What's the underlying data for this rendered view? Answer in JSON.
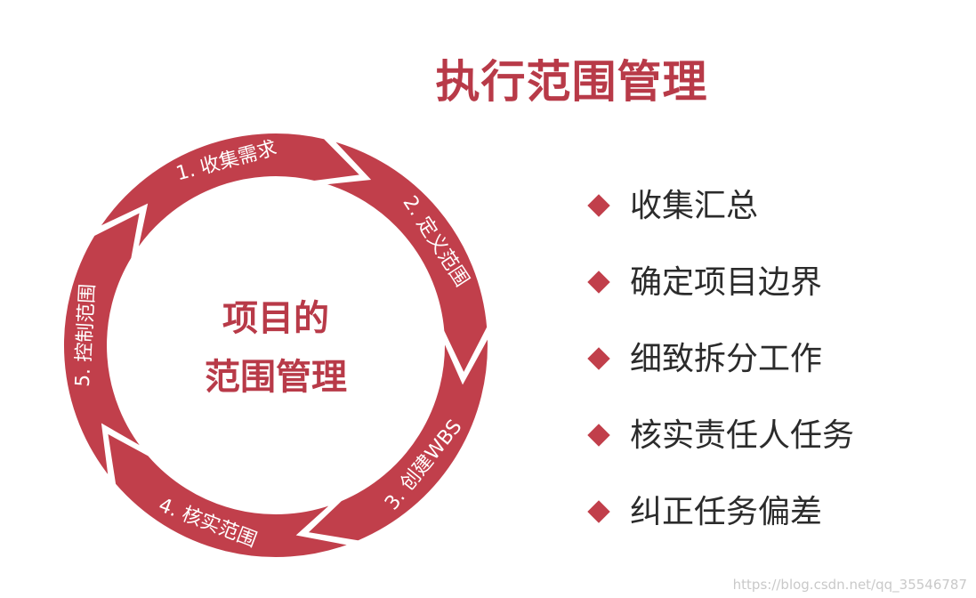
{
  "title": "执行范围管理",
  "center": {
    "line1": "项目的",
    "line2": "范围管理"
  },
  "cycle_steps": [
    {
      "label": "1. 收集需求"
    },
    {
      "label": "2. 定义范围"
    },
    {
      "label": "3. 创建WBS"
    },
    {
      "label": "4. 核实范围"
    },
    {
      "label": "5. 控制范围"
    }
  ],
  "bullets": [
    {
      "text": "收集汇总"
    },
    {
      "text": "确定项目边界"
    },
    {
      "text": "细致拆分工作"
    },
    {
      "text": "核实责任人任务"
    },
    {
      "text": "纠正任务偏差"
    }
  ],
  "watermark": "https://blog.csdn.net/qq_35546787",
  "colors": {
    "accent": "#c13f4b",
    "title": "#b83a48",
    "text": "#2b2b2b"
  }
}
